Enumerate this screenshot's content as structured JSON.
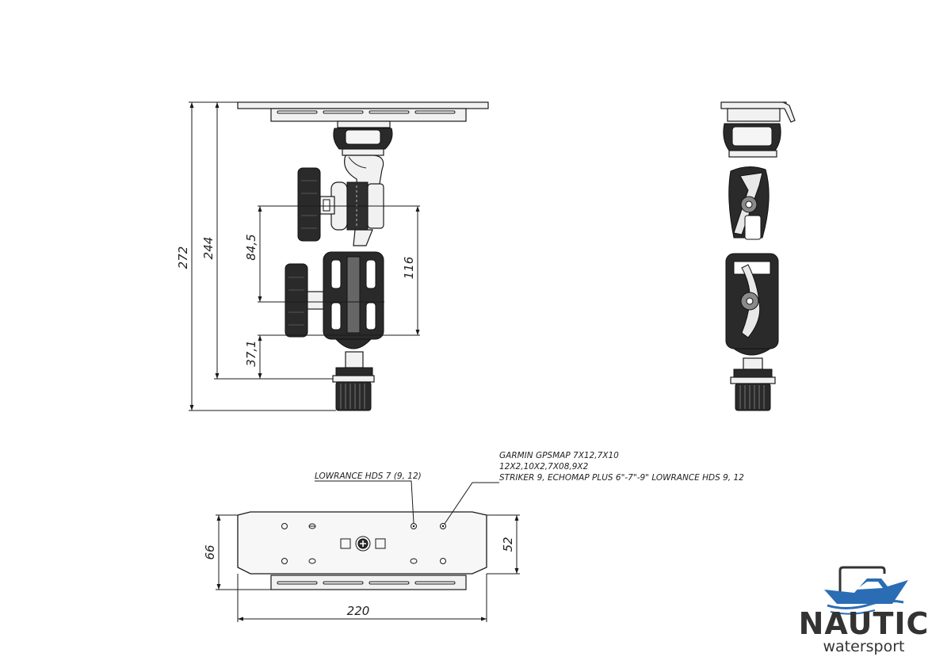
{
  "dimensions": {
    "total_height": "272",
    "inner_height": "244",
    "knob_offset": "84,5",
    "base_offset": "37,1",
    "joint_span": "116",
    "plate_width": "220",
    "plate_height_outer": "66",
    "plate_height_inner": "52"
  },
  "callouts": {
    "lowrance": "LOWRANCE HDS 7 (9, 12)",
    "garmin_line1": "GARMIN GPSMAP 7X12,7X10",
    "garmin_line2": "12X2,10X2,7X08,9X2",
    "garmin_line3": "STRIKER 9, ECHOMAP PLUS 6\"-7\"-9\" LOWRANCE HDS 9, 12"
  },
  "logo": {
    "word": "NAUTIC",
    "sub": "watersport",
    "color_blue": "#2a6db5",
    "color_text": "#333333",
    "icon": "boat-icon"
  }
}
